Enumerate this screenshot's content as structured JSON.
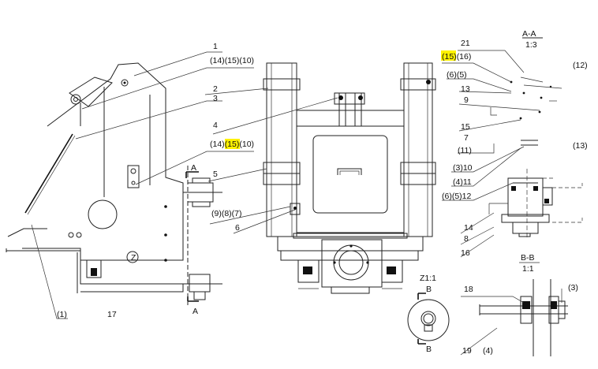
{
  "section_title": "A-A",
  "section_scale": "1:3",
  "view_bb_title": "B-B",
  "view_bb_scale": "1:1",
  "detail_title": "Z1:1",
  "cut_letter_a": "A",
  "cut_letter_b": "B",
  "detail_marker": "Z",
  "highlight_color": "#fff200",
  "labels": {
    "c1": "1",
    "c_14_15_10_top": [
      "(14)",
      "(15)",
      "(10)"
    ],
    "c2": "2",
    "c3": "3",
    "c4": "4",
    "c_14_15_10_mid": [
      "(14)",
      "(15)",
      "(10)"
    ],
    "c5": "5",
    "c_9_8_7": "(9)(8)(7)",
    "c6": "6",
    "c1_paren": "(1)",
    "c17": "17",
    "c21": "21",
    "c_15_16": [
      "(15)",
      "(16)"
    ],
    "c_6_5": "(6)(5)",
    "c13": "13",
    "c9": "9",
    "c15": "15",
    "c7": "7",
    "c11_paren": "(11)",
    "c12_paren": "(12)",
    "c13_paren": "(13)",
    "c_3_10": "(3)10",
    "c_4_11": "(4)11",
    "c_6_5_12": "(6)(5)12",
    "c14": "14",
    "c8": "8",
    "c16": "16",
    "c18": "18",
    "c3_paren": "(3)",
    "c19": "19",
    "c4_paren": "(4)"
  }
}
